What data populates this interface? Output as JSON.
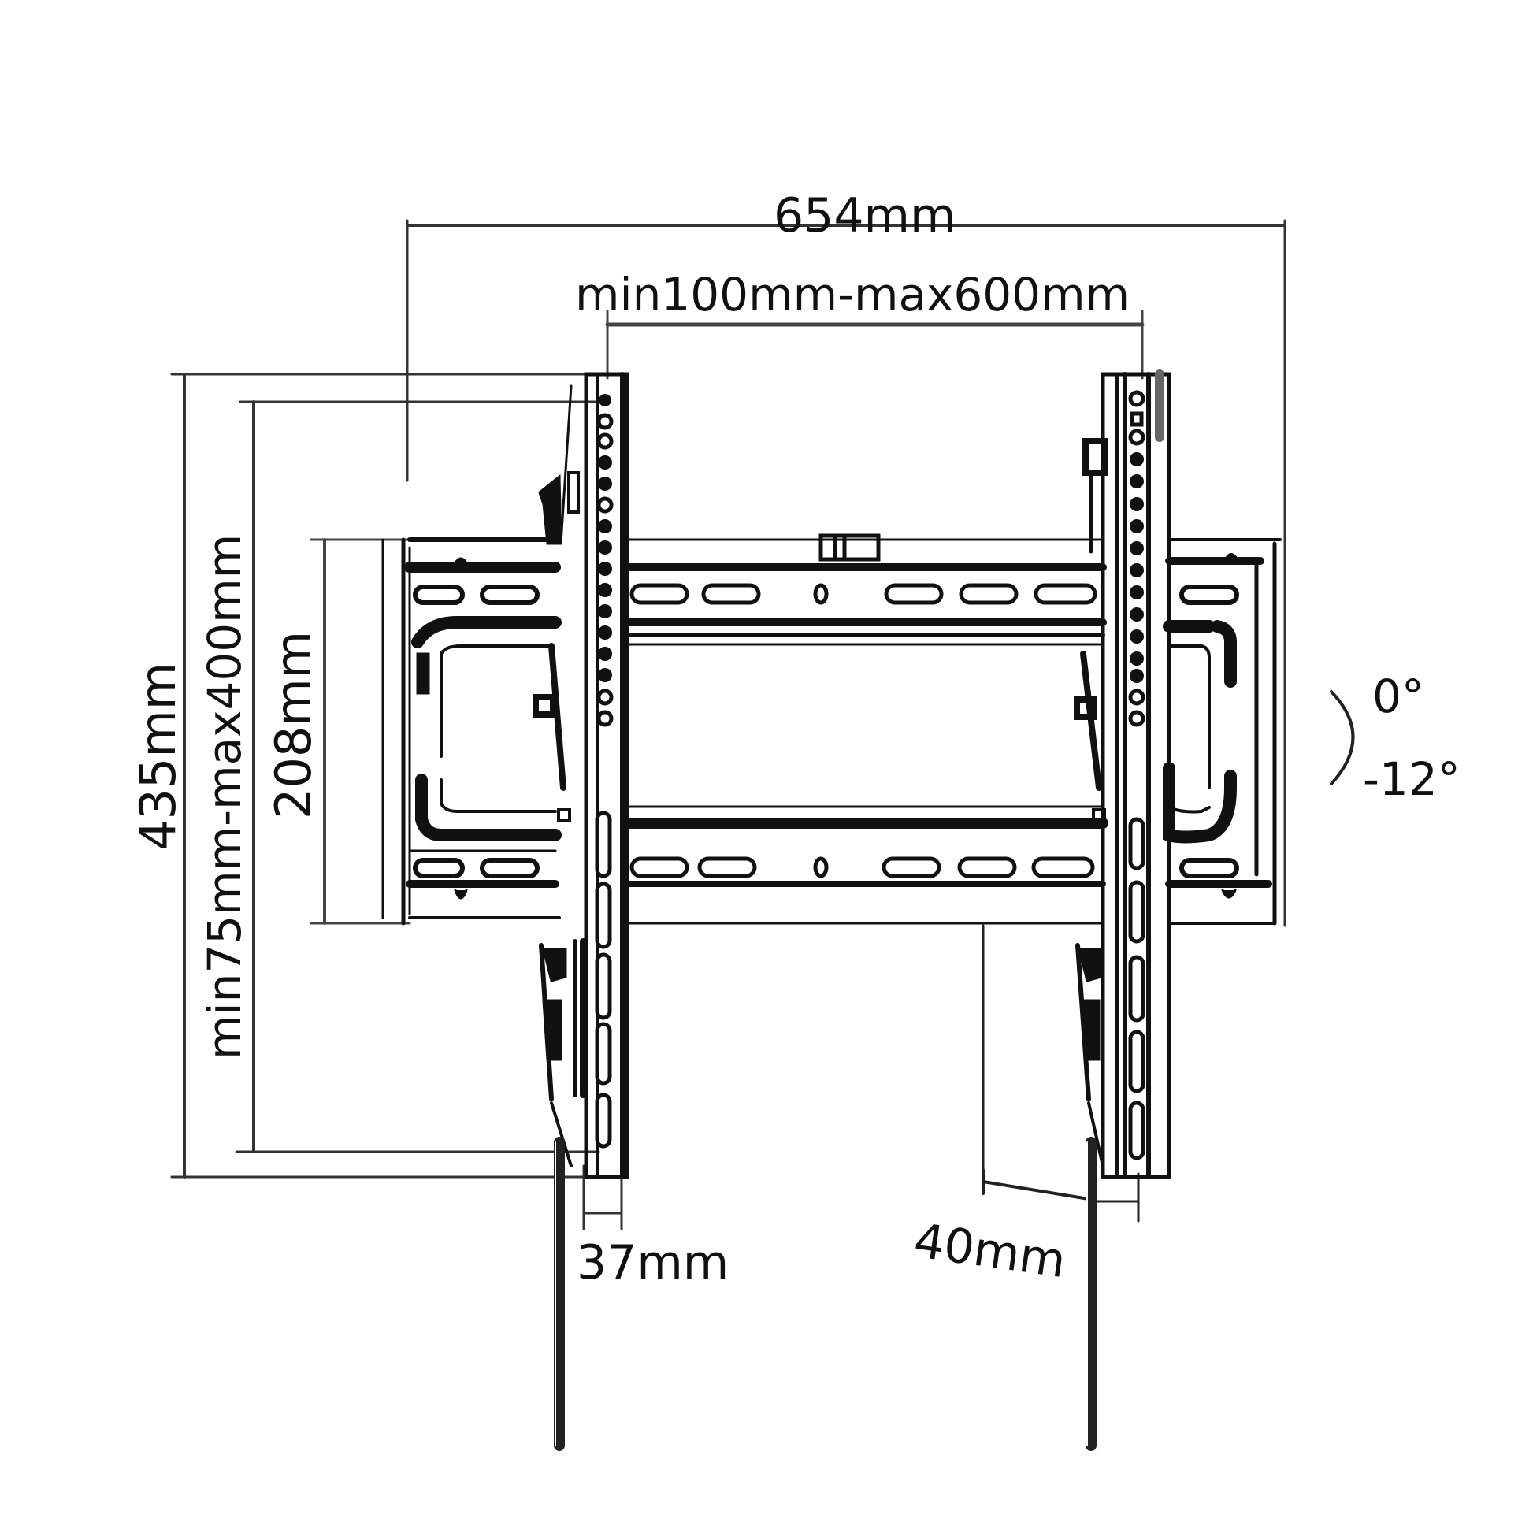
{
  "diagram": {
    "subject": "Tilting TV wall mount technical drawing",
    "colors": {
      "line": "#111111",
      "background": "#ffffff",
      "dim_line": "#333333"
    },
    "dimensions": {
      "overall_width": "654mm",
      "vesa_horizontal": "min100mm-max600mm",
      "overall_height": "435mm",
      "vesa_vertical": "min75mm-max400mm",
      "wall_plate_height": "208mm",
      "depth_min": "37mm",
      "depth_max": "40mm"
    },
    "tilt": {
      "max": "0°",
      "min": "-12°"
    }
  }
}
